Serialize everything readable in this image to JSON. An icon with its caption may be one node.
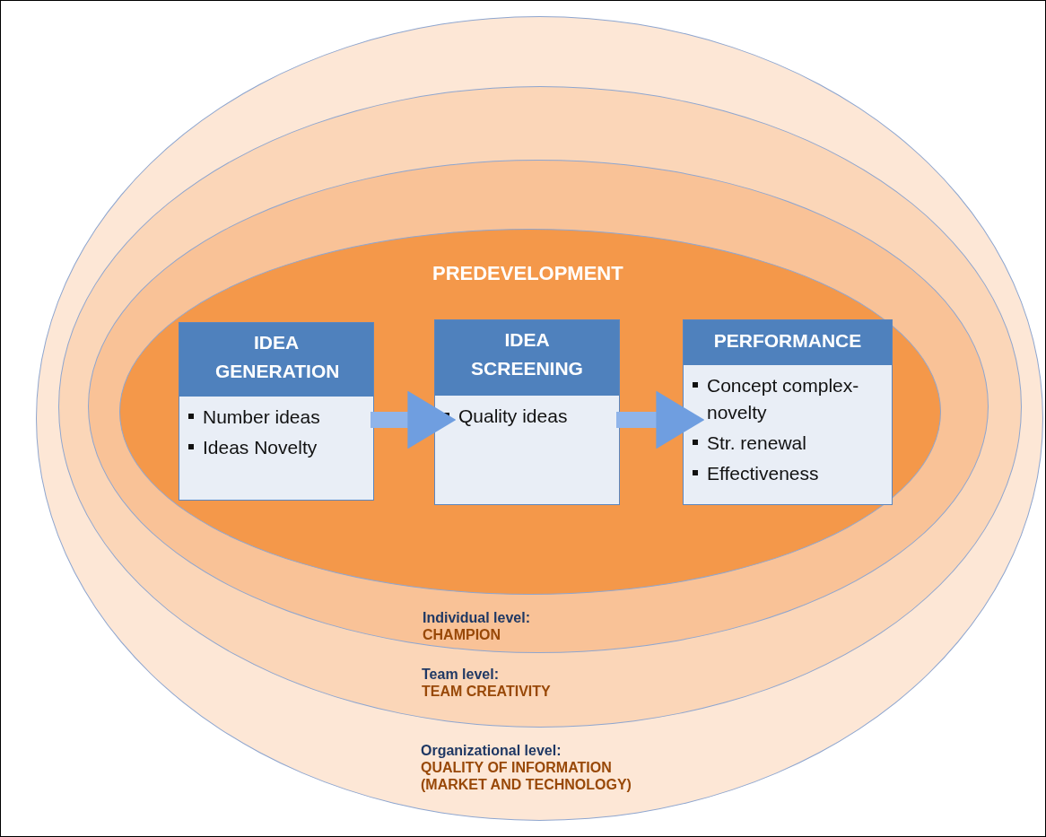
{
  "diagram": {
    "nodes": [
      {
        "text": [
          "Organizational level:",
          "QUALITY OF INFORMATION (MARKET AND TECHNOLOGY)"
        ]
      },
      {
        "text": [
          "Team level:",
          "TEAM CREATIVITY"
        ],
        "in": 0
      },
      {
        "text": [
          "Individual level:",
          "CHAMPION"
        ],
        "in": 1
      },
      {
        "text": [
          "PREDEVELOPMENT"
        ],
        "in": 2
      },
      {
        "text": [
          "IDEA GENERATION",
          "Number ideas",
          "Ideas Novelty"
        ],
        "in": 3
      },
      {
        "text": [
          "IDEA SCREENING",
          "Quality ideas"
        ],
        "in": 3
      },
      {
        "text": [
          "PERFORMANCE",
          "Concept complex-novelty",
          "Str. renewal",
          "Effectiveness"
        ],
        "in": 3
      }
    ],
    "edges": [
      {
        "from": 4,
        "to": 5,
        "arrow": "to"
      },
      {
        "from": 5,
        "to": 6,
        "arrow": "to"
      }
    ]
  }
}
